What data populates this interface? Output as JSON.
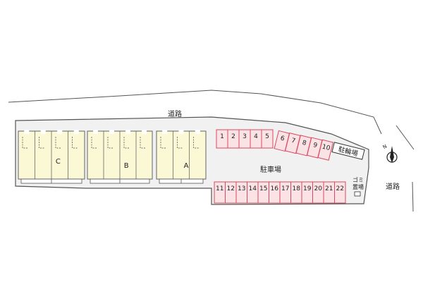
{
  "labels": {
    "road_north": "道路",
    "road_east": "道路",
    "parking": "駐車場",
    "bike_parking": "駐輪場",
    "trash_line1": "ゴミ",
    "trash_line2": "置場",
    "compass": "N"
  },
  "buildings": [
    {
      "id": "C",
      "label": "C"
    },
    {
      "id": "B",
      "label": "B"
    },
    {
      "id": "A",
      "label": "A"
    }
  ],
  "parking_spaces": {
    "row_top": [
      "1",
      "2",
      "3",
      "4",
      "5"
    ],
    "row_angled": [
      "6",
      "7",
      "8",
      "9",
      "10"
    ],
    "row_bottom": [
      "11",
      "12",
      "13",
      "14",
      "15",
      "16",
      "17",
      "18",
      "19",
      "20",
      "21",
      "22"
    ]
  },
  "colors": {
    "lot_fill": "#f1f1f1",
    "building_fill": "#fbf8d6",
    "parking_fill": "#fbe2e5",
    "parking_stroke": "#d84a5e",
    "line": "#555555",
    "label_bg": "#ffffff"
  }
}
